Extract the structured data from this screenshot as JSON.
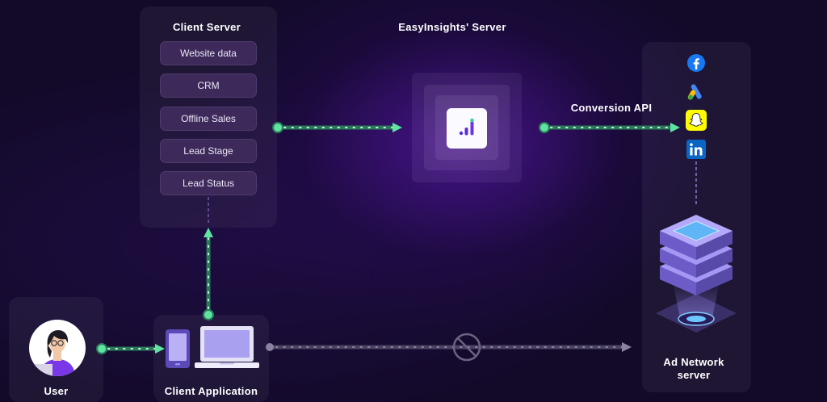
{
  "client_server": {
    "title": "Client Server",
    "items": [
      "Website data",
      "CRM",
      "Offline Sales",
      "Lead Stage",
      "Lead Status"
    ]
  },
  "easyinsights": {
    "title": "EasyInsights' Server",
    "logo_icon": "bar-chart-icon"
  },
  "conversion_api": {
    "label": "Conversion API"
  },
  "ad_network": {
    "title_line1": "Ad Network",
    "title_line2": "server",
    "platforms": [
      "facebook-icon",
      "google-ads-icon",
      "snapchat-icon",
      "linkedin-icon"
    ]
  },
  "user": {
    "label": "User"
  },
  "client_application": {
    "label": "Client Application"
  },
  "colors": {
    "background": "#130a2a",
    "arrow_active": "#5ee3a1",
    "arrow_blocked": "#6b6380",
    "pill": "#3d2a5a",
    "server_stack": "#8a78e0"
  }
}
